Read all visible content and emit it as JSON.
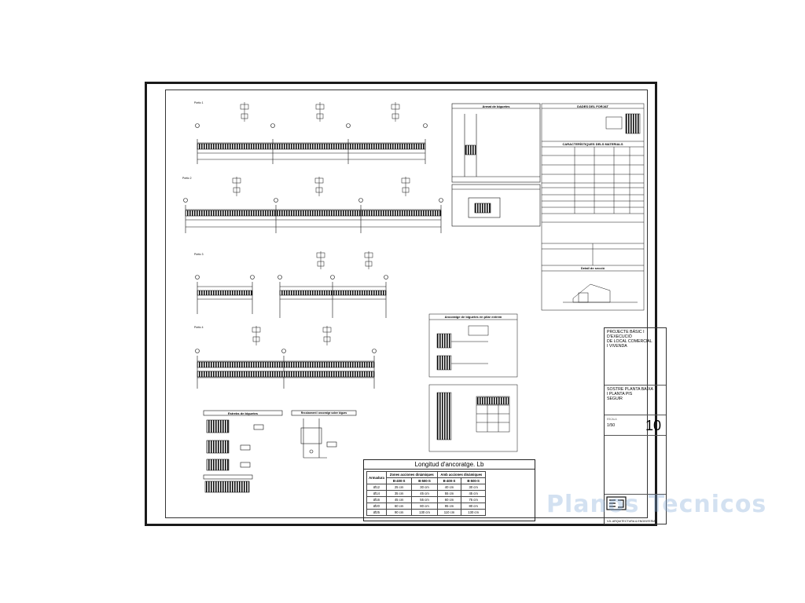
{
  "frames": {
    "f1": "Pòrtic 1",
    "f2": "Pòrtic 2",
    "f3": "Pòrtic 3",
    "f4": "Pòrtic 4"
  },
  "boxes": {
    "reinforcement": "Armat de biguetes",
    "forjat": "DADES DEL FORJAT",
    "materials": "CARACTERÍSTIQUES DELS MATERIALS",
    "detail": "Detall de secció",
    "anchorage": "Ancoratge de biguetes en pilar extrem",
    "stirrup": "Estrebs de biguetes",
    "connection": "Recolzament i ancoratge sobre bigues"
  },
  "lb_table": {
    "title": "Longitud d'ancoratge. Lb",
    "header_col": "Armadura",
    "header_group1": "Zones acciones dinàmiques",
    "header_group2": "Amb acciones dinàmiques",
    "cols": [
      "B-400-S",
      "B-500-S",
      "B-400-S",
      "B-500-S"
    ],
    "rows": [
      {
        "bar": "Ø12",
        "v": [
          "25 cm",
          "30 cm",
          "40 cm",
          "30 cm"
        ]
      },
      {
        "bar": "Ø14",
        "v": [
          "35 cm",
          "45 cm",
          "55 cm",
          "45 cm"
        ]
      },
      {
        "bar": "Ø16",
        "v": [
          "45 cm",
          "55 cm",
          "60 cm",
          "75 cm"
        ]
      },
      {
        "bar": "Ø20",
        "v": [
          "60 cm",
          "80 cm",
          "95 cm",
          "80 cm"
        ]
      },
      {
        "bar": "Ø25",
        "v": [
          "90 cm",
          "130 cm",
          "110 cm",
          "130 cm"
        ]
      }
    ]
  },
  "title_block": {
    "project_line1": "PROJECTE BÀSIC I",
    "project_line2": "D'EXECUCIÓ",
    "project_line3": "DE LOCAL COMERCIAL",
    "project_line4": "I VIVENDA",
    "plan_line1": "SOSTRE PLANTA BAIXA",
    "plan_line2": "I PLANTA PIS",
    "plan_line3": "SEGUIR",
    "scale_label": "ESCALA",
    "scale": "1/50",
    "sheet_number": "10",
    "firm": "VJL ARQUITECTURA & ENGINYERIA"
  },
  "watermark": "Planos Tecnicos"
}
